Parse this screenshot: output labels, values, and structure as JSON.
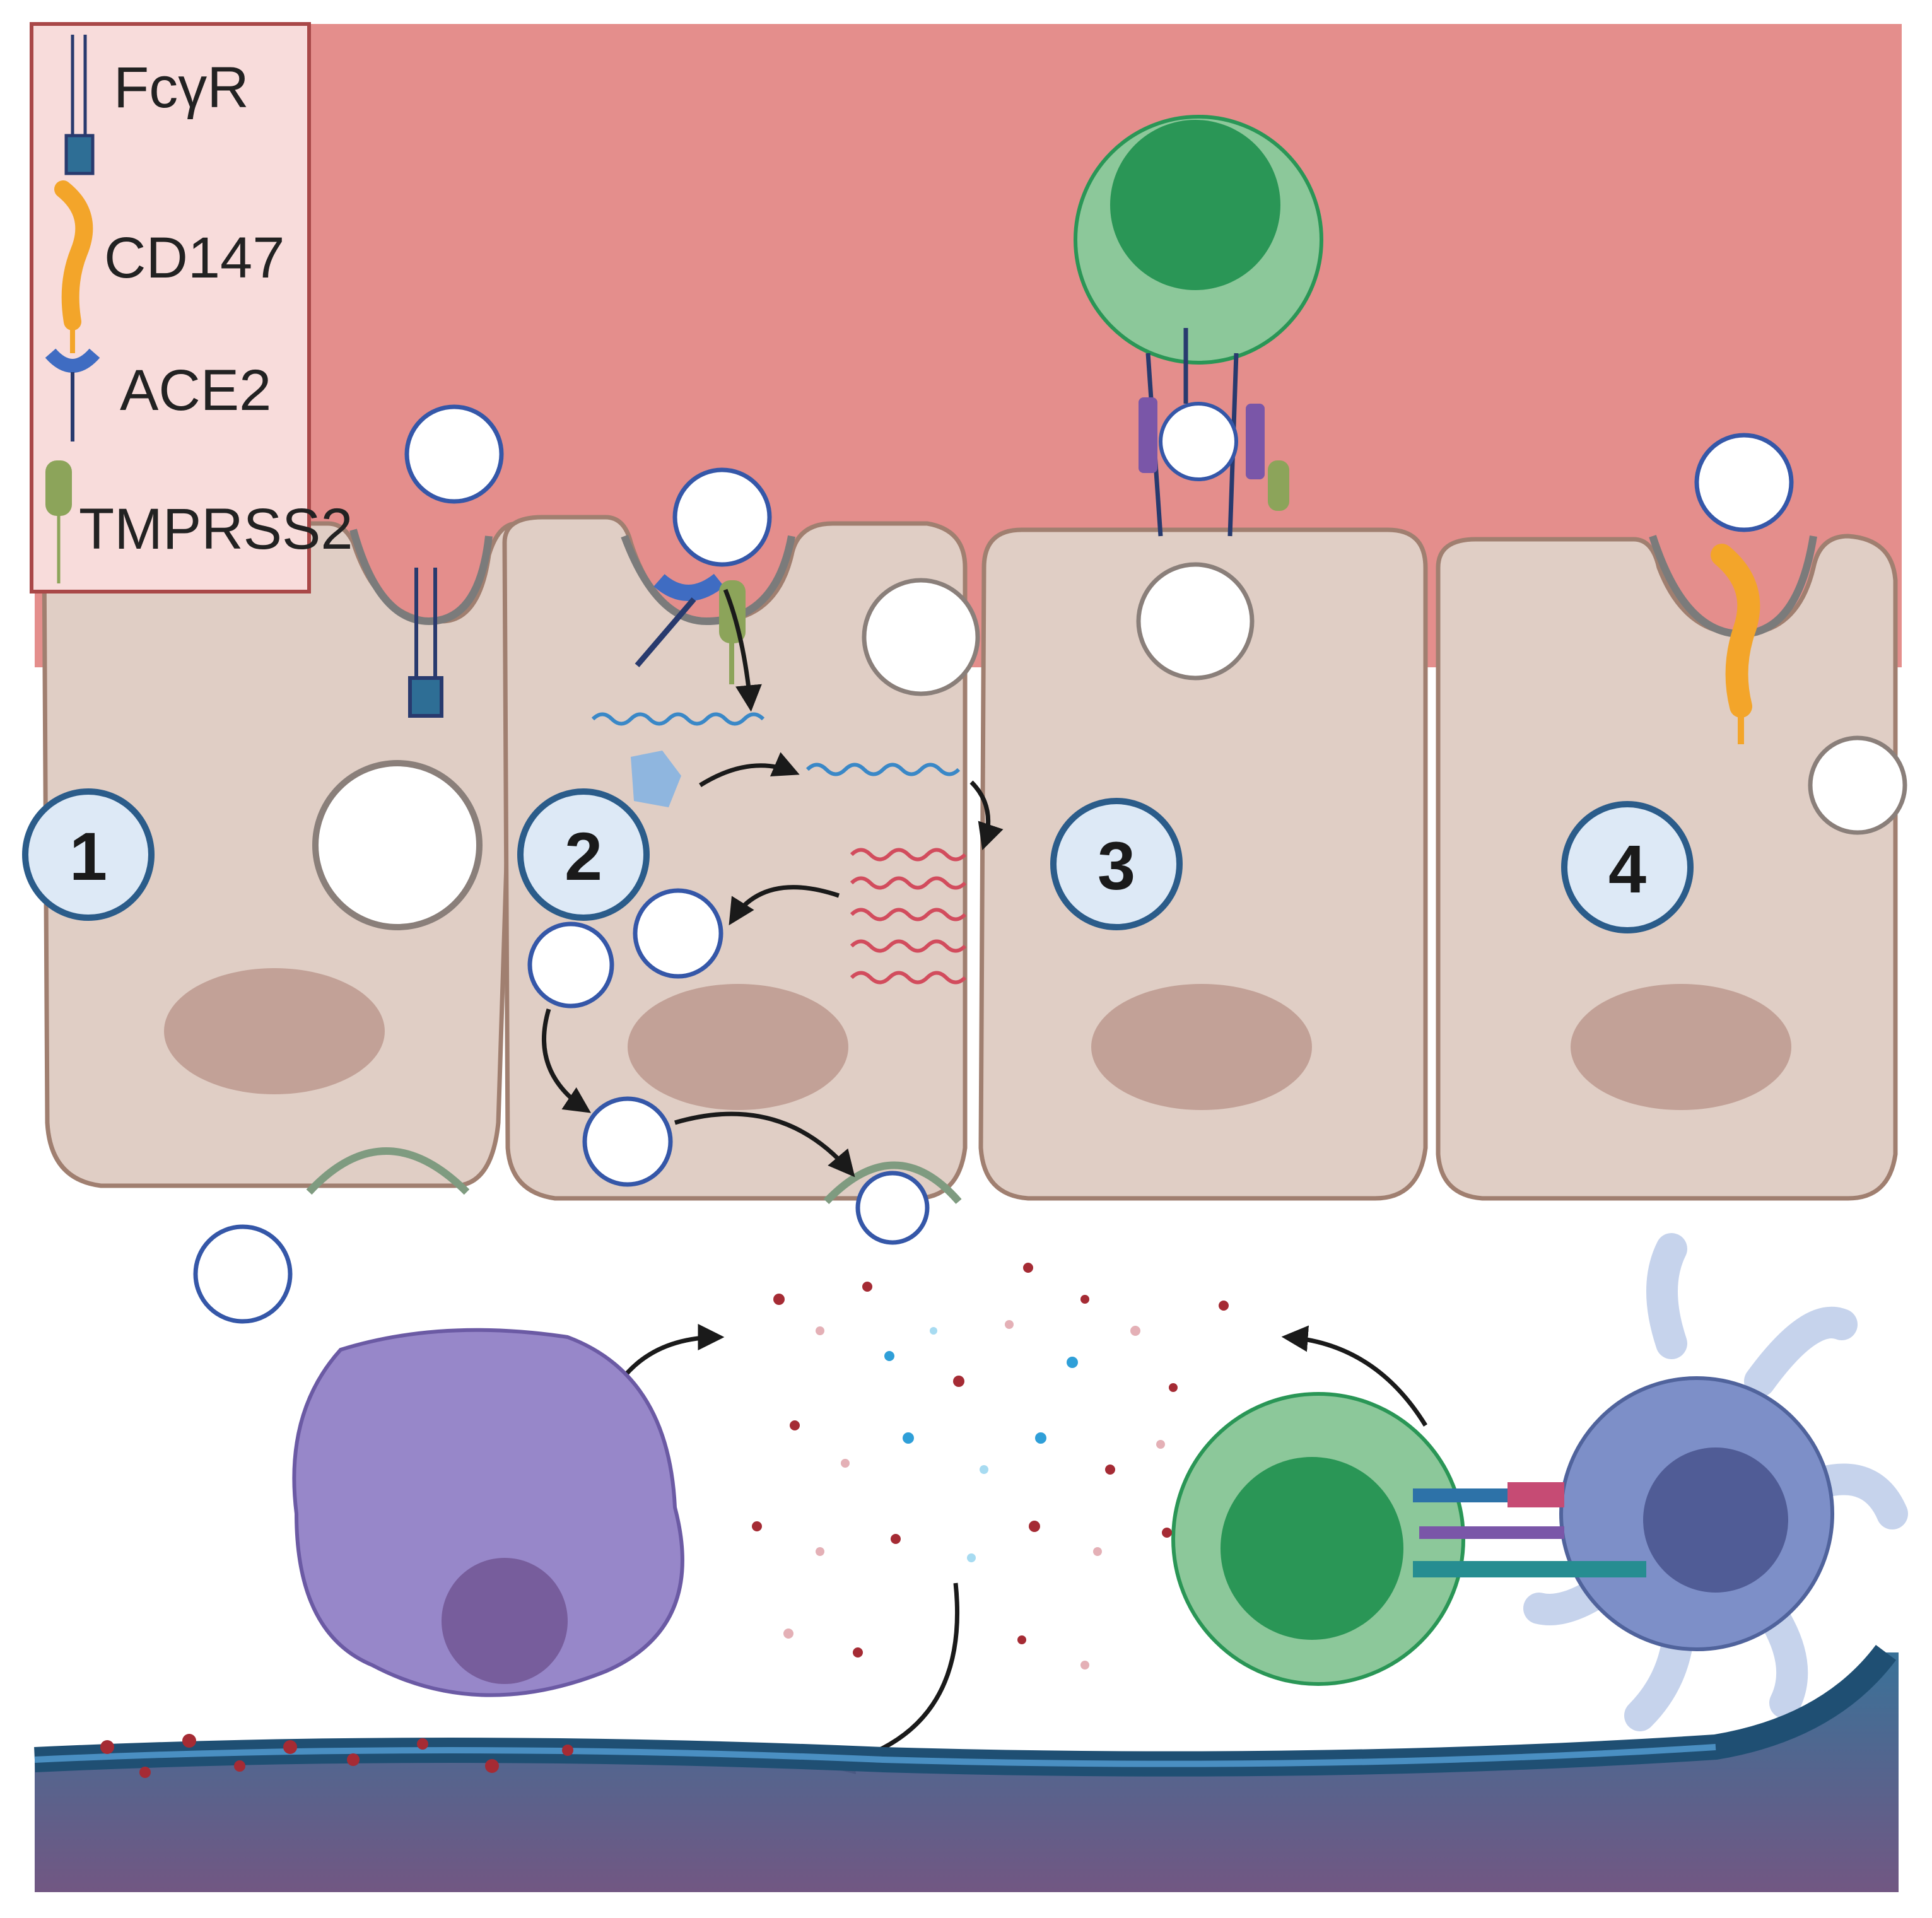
{
  "legend": {
    "items": [
      {
        "label": "FcγR",
        "icon": "fcgr-receptor-icon"
      },
      {
        "label": "CD147",
        "icon": "cd147-receptor-icon"
      },
      {
        "label": "ACE2",
        "icon": "ace2-receptor-icon"
      },
      {
        "label": "TMPRSS2",
        "icon": "tmprss2-protease-icon"
      }
    ]
  },
  "steps": [
    {
      "label": "1"
    },
    {
      "label": "2"
    },
    {
      "label": "3"
    },
    {
      "label": "4"
    }
  ],
  "colors": {
    "lumen": "#e48e8c",
    "legend_bg": "#f8dcdb",
    "legend_border": "#a94848",
    "cell": "#e0cec5",
    "cell_border": "#a07f70",
    "nucleus": "#c2a197",
    "tcell_outer": "#8cc89a",
    "tcell_inner": "#2a9656",
    "macrophage": "#9787c9",
    "dendritic": "#7d8fc8",
    "vessel": "#2f6a93",
    "virus": "#3557a8",
    "cytokine_red": "#a52b34",
    "cytokine_blue": "#2f9fd8"
  }
}
